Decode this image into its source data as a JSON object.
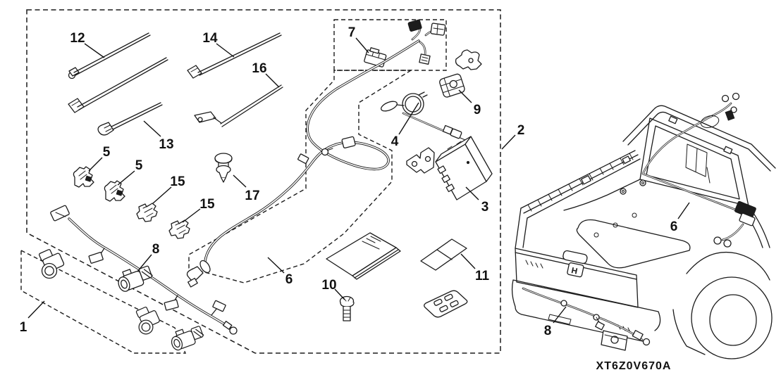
{
  "diagram": {
    "title_code": "XT6Z0V670A",
    "truck_logo_letter": "H",
    "colors": {
      "background": "#ffffff",
      "line": "#1c1c1c"
    },
    "callouts": {
      "c1": "1",
      "c2": "2",
      "c3": "3",
      "c4": "4",
      "c5a": "5",
      "c5b": "5",
      "c6_kit": "6",
      "c6_truck": "6",
      "c7": "7",
      "c8_kit": "8",
      "c8_truck": "8",
      "c9": "9",
      "c10": "10",
      "c11": "11",
      "c12": "12",
      "c13": "13",
      "c14": "14",
      "c15a": "15",
      "c15b": "15",
      "c16": "16",
      "c17": "17"
    }
  }
}
